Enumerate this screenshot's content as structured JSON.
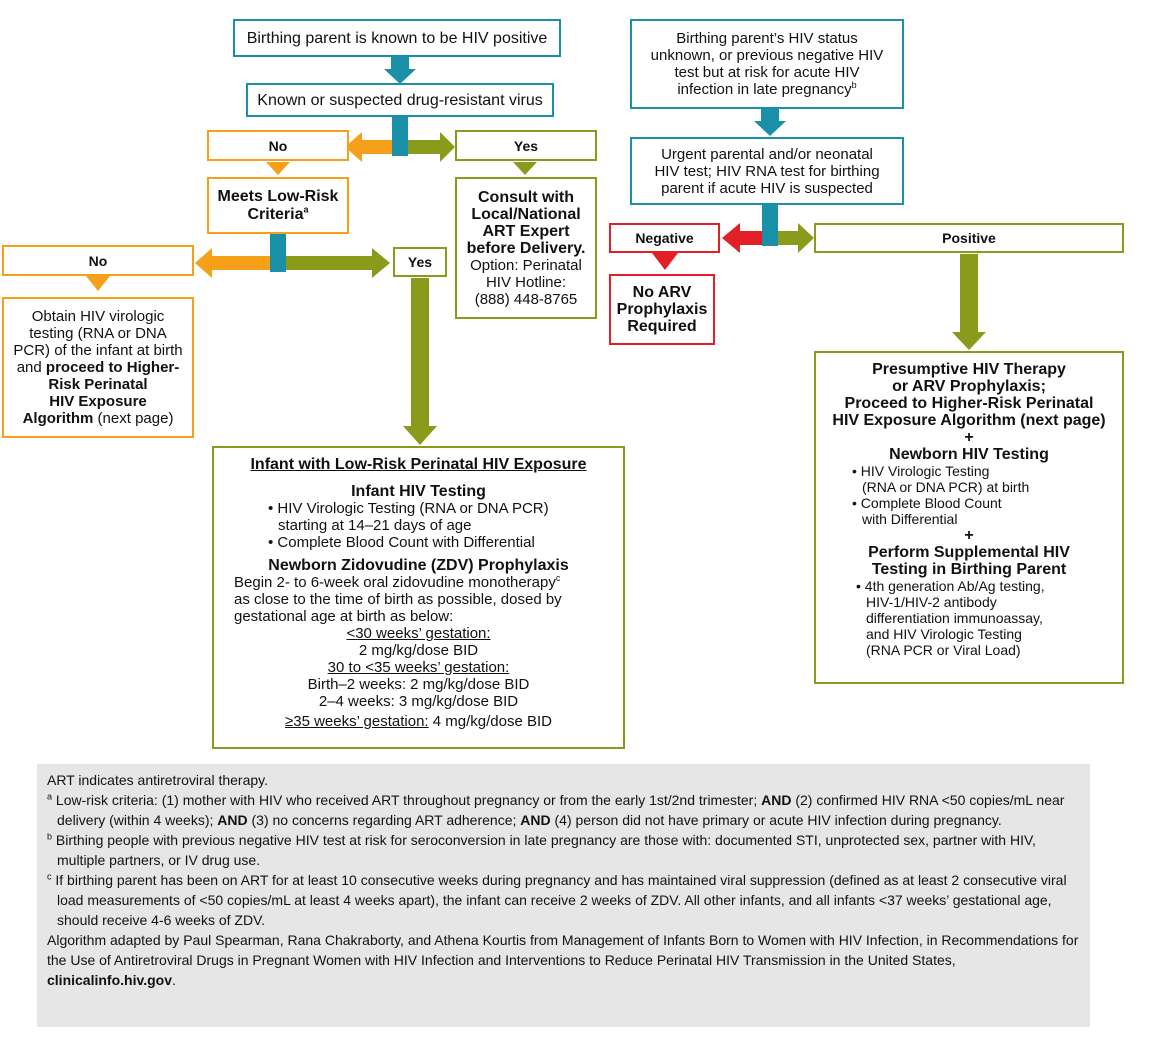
{
  "colors": {
    "teal": "#1a8fa8",
    "orange": "#f6a01a",
    "olive": "#8a9a1b",
    "red": "#e21e26"
  },
  "left": {
    "known_positive": "Birthing parent is known to be HIV positive",
    "drug_resistant": "Known or suspected drug-resistant virus",
    "no_label": "No",
    "yes_label": "Yes",
    "low_risk_title": "Meets Low-Risk Criteria",
    "low_risk_sup": "a",
    "consult": {
      "line1": "Consult with",
      "line2": "Local/National",
      "line3": "ART Expert",
      "line4": "before Delivery.",
      "line5": "Option: Perinatal",
      "line6": "HIV Hotline:",
      "line7": "(888) 448-8765"
    },
    "no2_label": "No",
    "yes2_label": "Yes",
    "obtain": {
      "l1": "Obtain HIV virologic",
      "l2": "testing (RNA or DNA",
      "l3": "PCR) of the infant at birth",
      "l4a": "and ",
      "l4b": "proceed to Higher-",
      "l5": "Risk Perinatal",
      "l6": "HIV Exposure",
      "l7a": "Algorithm",
      "l7b": " (next page)"
    },
    "infant_box": {
      "title": "Infant with Low-Risk Perinatal HIV Exposure",
      "testing_heading": "Infant HIV Testing",
      "bullet1a": "• HIV Virologic Testing (RNA or DNA PCR)",
      "bullet1b": "starting at 14–21 days of age",
      "bullet2": "• Complete Blood Count with Differential",
      "zdv_heading": "Newborn Zidovudine (ZDV) Prophylaxis",
      "zdv_l1": "Begin 2- to 6-week oral zidovudine monotherapy",
      "zdv_sup": "c",
      "zdv_l2": "as close to the time of birth as possible, dosed by",
      "zdv_l3": "gestational age at birth as below:",
      "g1_head": "<30 weeks’ gestation:",
      "g1_dose": "2 mg/kg/dose BID",
      "g2_head": "30 to <35 weeks’ gestation:",
      "g2_dose1": "Birth–2 weeks: 2 mg/kg/dose BID",
      "g2_dose2": "2–4 weeks: 3 mg/kg/dose BID",
      "g3_head": "≥35 weeks’ gestation:",
      "g3_dose": " 4 mg/kg/dose BID"
    }
  },
  "right": {
    "unknown": {
      "l1": "Birthing parent’s HIV status",
      "l2": "unknown, or previous negative HIV",
      "l3": "test but at risk for acute HIV",
      "l4": "infection in late pregnancy",
      "sup": "b"
    },
    "urgent": {
      "l1": "Urgent parental and/or neonatal",
      "l2": "HIV test; HIV RNA test for birthing",
      "l3": "parent if acute HIV is suspected"
    },
    "negative_label": "Negative",
    "positive_label": "Positive",
    "no_arv": {
      "l1": "No ARV",
      "l2": "Prophylaxis",
      "l3": "Required"
    },
    "presumptive": {
      "h1": "Presumptive HIV Therapy",
      "h2": "or ARV Prophylaxis;",
      "h3": "Proceed to Higher-Risk Perinatal",
      "h4": "HIV Exposure Algorithm (next page)",
      "plus1": "+",
      "nb_heading": "Newborn HIV Testing",
      "nb_b1a": "• HIV Virologic Testing",
      "nb_b1b": "(RNA or DNA PCR) at birth",
      "nb_b2a": "• Complete Blood Count",
      "nb_b2b": "with Differential",
      "plus2": "+",
      "supp_h1": "Perform Supplemental HIV",
      "supp_h2": "Testing in Birthing Parent",
      "supp_b1": "• 4th generation Ab/Ag testing,",
      "supp_b2": "HIV-1/HIV-2 antibody",
      "supp_b3": "differentiation immunoassay,",
      "supp_b4": "and HIV Virologic Testing",
      "supp_b5": "(RNA PCR or Viral Load)"
    }
  },
  "notes": {
    "art": "ART indicates antiretroviral therapy.",
    "a_sup": "a",
    "a_1": " Low-risk criteria: (1) mother with HIV who received ART throughout pregnancy or from the early 1st/2nd trimester; ",
    "a_and1": "AND",
    "a_2": " (2) confirmed HIV RNA <50 copies/mL near delivery (within 4 weeks); ",
    "a_and2": "AND",
    "a_3": " (3) no concerns regarding ART adherence; ",
    "a_and3": "AND",
    "a_4": " (4) person did not have primary or acute HIV infection during pregnancy.",
    "b_sup": "b",
    "b_text": " Birthing people with previous negative HIV test at risk for seroconversion in late pregnancy are those with: documented STI, unprotected sex, partner with HIV, multiple partners, or IV drug use.",
    "c_sup": "c",
    "c_text": " If birthing parent has been on ART for at least 10 consecutive weeks during pregnancy and has maintained viral suppression (defined as at least 2 consecutive viral load measurements of <50 copies/mL at least 4 weeks apart), the infant can receive 2 weeks of ZDV. All other infants, and all infants <37 weeks’ gestational age, should receive 4-6 weeks of ZDV.",
    "adapted": "Algorithm adapted by Paul Spearman, Rana Chakraborty, and Athena Kourtis from Management of Infants Born to Women with HIV Infection, in Recommendations for the Use of Antiretroviral Drugs in Pregnant Women with HIV Infection and Interventions to Reduce Perinatal HIV Transmission in the United States, ",
    "site": "clinicalinfo.hiv.gov",
    "period": "."
  }
}
